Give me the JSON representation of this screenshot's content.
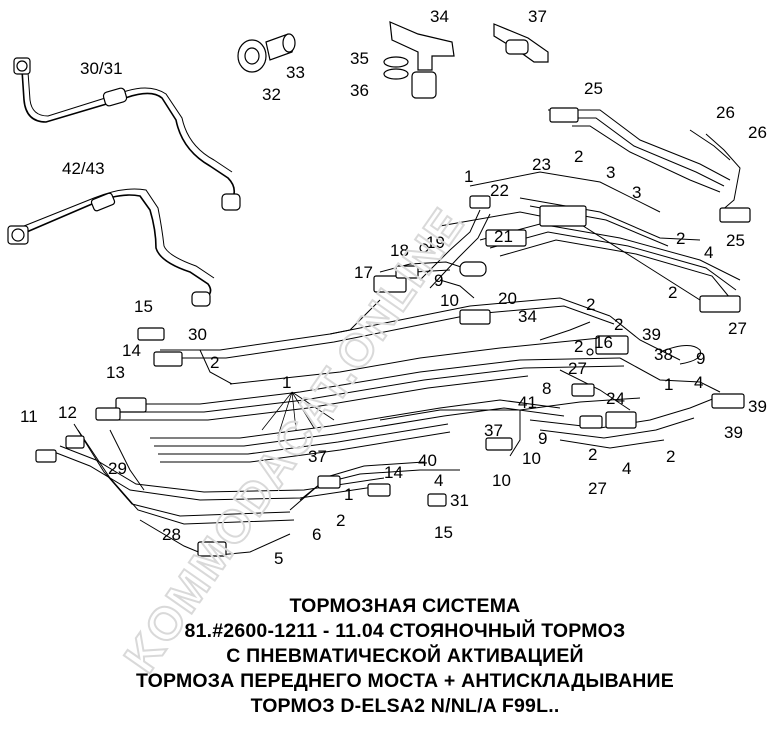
{
  "caption": {
    "line1": "ТОРМОЗНАЯ СИСТЕМА",
    "line2": "81.#2600-1211 - 11.04 СТОЯНОЧНЫЙ ТОРМОЗ",
    "line3": "С ПНЕВМАТИЧЕСКОЙ АКТИВАЦИЕЙ",
    "line4": "ТОРМОЗА ПЕРЕДНЕГО МОСТА + АНТИСКЛАДЫВАНИЕ",
    "line5": "ТОРМОЗ D-ELSA2 N/NL/A F99L.."
  },
  "watermark": {
    "text": "KOMMODACAT.ONLINE",
    "color": "#d9d9d9"
  },
  "callouts": {
    "c30_31": "30/31",
    "c42_43": "42/43",
    "c32": "32",
    "c33": "33",
    "c34": "34",
    "c35": "35",
    "c36": "36",
    "c37_top": "37",
    "c25_top": "25",
    "c26_a": "26",
    "c26_b": "26",
    "c2_a": "2",
    "c3_a": "3",
    "c1_a": "1",
    "c22": "22",
    "c23": "23",
    "c3_b": "3",
    "c2_b": "2",
    "c25_b": "25",
    "c4_a": "4",
    "c21": "21",
    "c19": "19",
    "c18": "18",
    "c17": "17",
    "c9_a": "9",
    "c2_c": "2",
    "c27_a": "27",
    "c10_a": "10",
    "c20": "20",
    "c34_b": "34",
    "c2_d": "2",
    "c15_a": "15",
    "c30": "30",
    "c14_a": "14",
    "c2_e": "2",
    "c16": "16",
    "c39_a": "39",
    "c38": "38",
    "c9_b": "9",
    "c2_f": "2",
    "c27_b": "27",
    "c13": "13",
    "c1_b": "1",
    "c1_c": "1",
    "c4_b": "4",
    "c8": "8",
    "c24": "24",
    "c39_b": "39",
    "c39_c": "39",
    "c11": "11",
    "c12": "12",
    "c41": "41",
    "c37_b": "37",
    "c9_c": "9",
    "c10_b": "10",
    "c2_g": "2",
    "c4_c": "4",
    "c2_h": "2",
    "c29": "29",
    "c10_c": "10",
    "c27_c": "27",
    "c37_c": "37",
    "c14_b": "14",
    "c40": "40",
    "c4_d": "4",
    "c1_d": "1",
    "c31": "31",
    "c2_i": "2",
    "c6": "6",
    "c15_b": "15",
    "c28": "28",
    "c5": "5"
  }
}
